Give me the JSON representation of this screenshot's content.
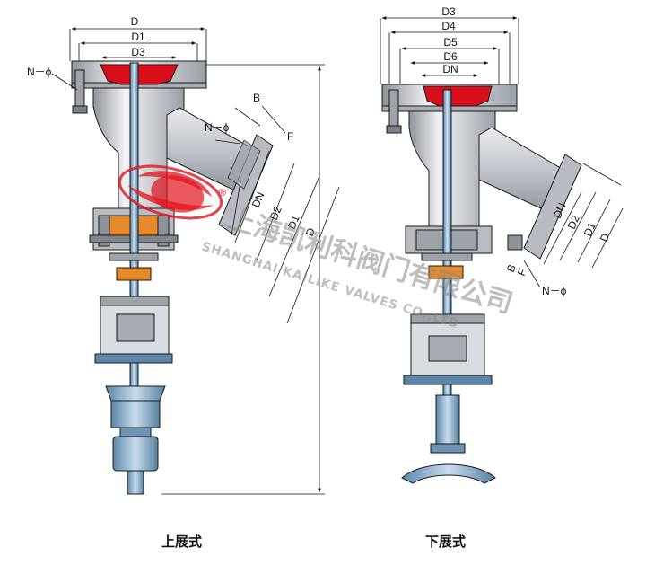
{
  "labels": {
    "left": {
      "d": "D",
      "d1": "D1",
      "d3": "D3",
      "n_phi_top": "N－ϕ",
      "n_phi_side": "N－ϕ",
      "b": "B",
      "f": "F",
      "dn": "DN",
      "d2": "D2",
      "d1_side": "D1",
      "d_side": "D"
    },
    "right": {
      "d3": "D3",
      "d4": "D4",
      "d5": "D5",
      "d6": "D6",
      "dn": "DN",
      "dn_side": "DN",
      "d2_side": "D2",
      "d1_side": "D1",
      "d_side": "D",
      "b": "B",
      "f": "F",
      "n_phi": "N－ϕ"
    }
  },
  "watermark": {
    "chinese": "上海凯利科阀门有限公司",
    "english": "SHANGHAI KAILIKE VALVES CO.,LTD",
    "registered": "®"
  },
  "captions": {
    "left": "上展式",
    "right": "下展式"
  },
  "colors": {
    "body_fill": "#c9ccd1",
    "seat_red": "#d9101c",
    "stem_blue": "#7aa6c9",
    "packing_orange": "#e58a2a",
    "watermark_red": "#e3121c",
    "outline": "#1a1a1a"
  }
}
